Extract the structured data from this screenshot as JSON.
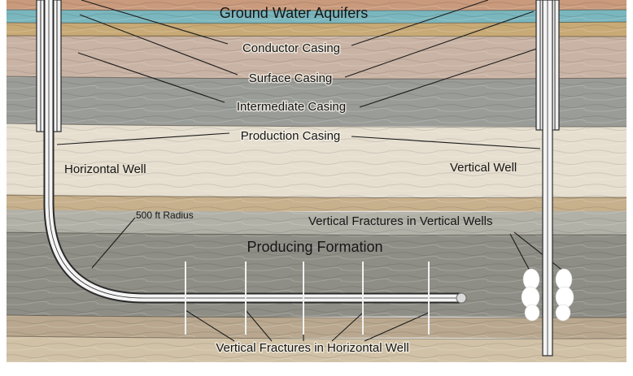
{
  "labels": {
    "ground_water_aquifers": "Ground Water Aquifers",
    "conductor_casing": "Conductor Casing",
    "surface_casing": "Surface Casing",
    "intermediate_casing": "Intermediate Casing",
    "production_casing": "Production Casing",
    "horizontal_well": "Horizontal Well",
    "vertical_well": "Vertical Well",
    "radius": "500 ft Radius",
    "vertical_fractures_vertical": "Vertical Fractures in Vertical Wells",
    "producing_formation": "Producing Formation",
    "vertical_fractures_horizontal": "Vertical Fractures in Horizontal Well"
  },
  "colors": {
    "aquifer": "#7ab6bd",
    "producing_formation": "#8e8e86",
    "shale_grey": "#9a9c98",
    "sandstone": "#e6dfd0",
    "clay_pink": "#c9b3a4",
    "ochre": "#c8aa76",
    "pipe_steel": "#f2f2f2",
    "pipe_outline": "#2a2a2a"
  },
  "icons": {
    "fracture_cluster": "fracture-cluster-icon"
  }
}
